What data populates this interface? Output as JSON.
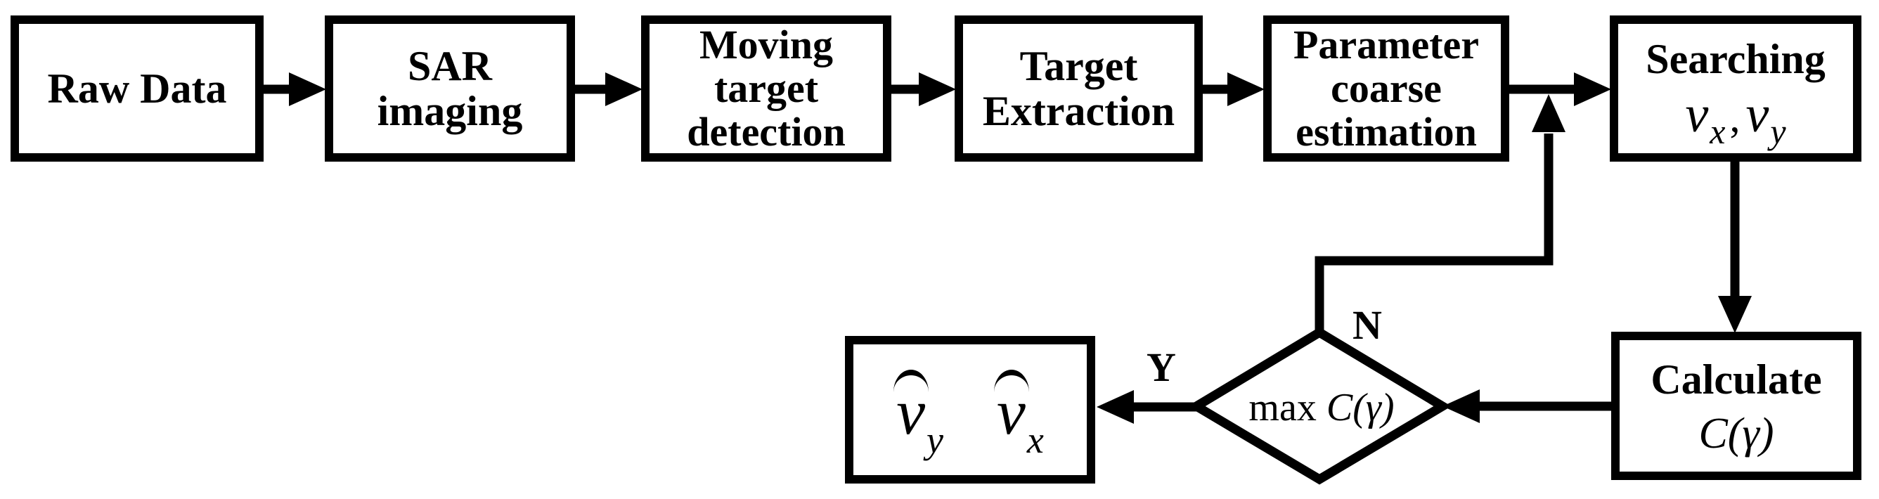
{
  "diagram": {
    "boxes": {
      "raw_data": {
        "line1": "Raw Data"
      },
      "sar_imaging": {
        "line1": "SAR",
        "line2": "imaging"
      },
      "moving_target_detection": {
        "line1": "Moving",
        "line2": "target",
        "line3": "detection"
      },
      "target_extraction": {
        "line1": "Target",
        "line2": "Extraction"
      },
      "parameter_coarse_estimation": {
        "line1": "Parameter",
        "line2": "coarse",
        "line3": "estimation"
      },
      "searching": {
        "title": "Searching"
      },
      "calculate": {
        "title": "Calculate"
      }
    },
    "math": {
      "v": "v",
      "sub_x": "x",
      "sub_y": "y",
      "comma": ",",
      "max": "max",
      "C": "C",
      "paren_open": "(",
      "gamma": "γ",
      "paren_close": ")"
    },
    "decision": {
      "no_label": "N",
      "yes_label": "Y"
    },
    "colors": {
      "line": "#000000",
      "background": "#ffffff"
    }
  }
}
